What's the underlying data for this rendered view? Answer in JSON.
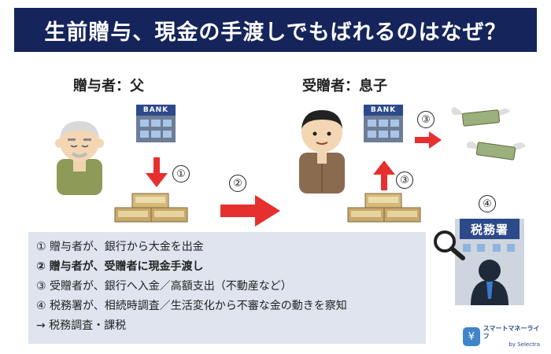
{
  "title": "生前贈与、現金の手渡しでもばれるのはなぜ？",
  "giver_label": "贈与者：父",
  "receiver_label": "受贈者：息子",
  "bank_sign": "BANK",
  "tax_office_sign": "税務署",
  "step_numbers": [
    "①",
    "②",
    "③",
    "③",
    "④"
  ],
  "steps": [
    "① 贈与者が、銀行から大金を出金",
    "② 贈与者が、受贈者に現金手渡し",
    "③ 受贈者が、銀行へ入金／高額支出（不動産など）",
    "④ 税務署が、相続時調査／生活変化から不審な金の動きを察知",
    "→ 税務調査・課税"
  ],
  "logo": {
    "name": "スマートマネーライフ",
    "by": "by Selectra"
  },
  "colors": {
    "title_bg": "#15245a",
    "arrow": "#e5302e",
    "box_bg": "#dfe4ee"
  }
}
